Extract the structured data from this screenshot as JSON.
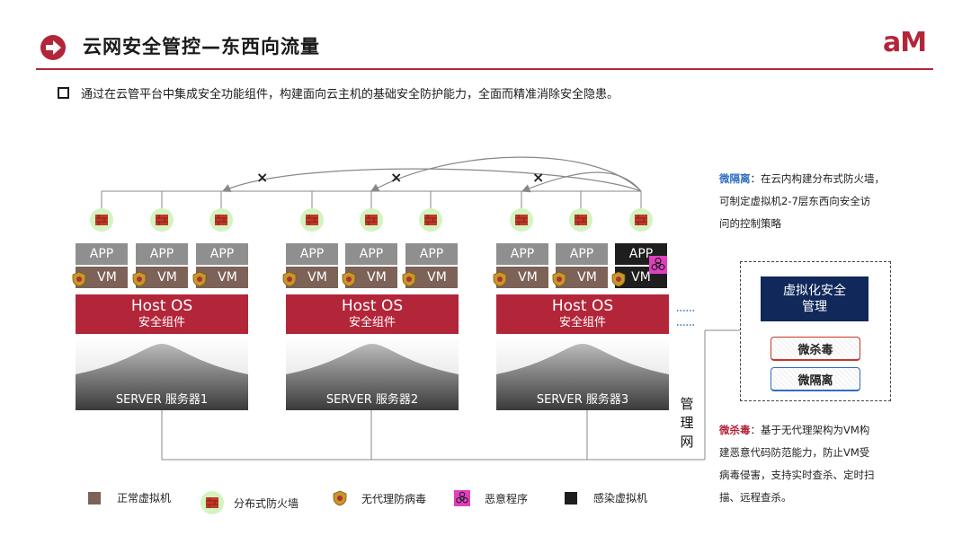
{
  "header": {
    "title": "云网安全管控—东西向流量",
    "logo": "aM"
  },
  "intro": "通过在云管平台中集成安全功能组件，构建面向云主机的基础安全防护能力，全面而精准消除安全隐患。",
  "servers": [
    {
      "apps": [
        "APP",
        "APP",
        "APP"
      ],
      "vms": [
        "VM",
        "VM",
        "VM"
      ],
      "host_line1": "Host OS",
      "host_line2": "安全组件",
      "server_label": "SERVER  服务器1"
    },
    {
      "apps": [
        "APP",
        "APP",
        "APP"
      ],
      "vms": [
        "VM",
        "VM",
        "VM"
      ],
      "host_line1": "Host OS",
      "host_line2": "安全组件",
      "server_label": "SERVER  服务器2"
    },
    {
      "apps": [
        "APP",
        "APP",
        "APP"
      ],
      "vms": [
        "VM",
        "VM",
        "VM"
      ],
      "host_line1": "Host OS",
      "host_line2": "安全组件",
      "server_label": "SERVER  服务器3"
    }
  ],
  "blocked_mark": "×",
  "management": {
    "title_line1": "虚拟化安全",
    "title_line2": "管理",
    "antivirus": "微杀毒",
    "microseg": "微隔离",
    "network_chars": [
      "管",
      "理",
      "网"
    ]
  },
  "notes": {
    "microseg_title": "微隔离",
    "microseg_body_1": "：在云内构建分布式防火墙，",
    "microseg_body_2": "可制定虚拟机2-7层东西向安全访",
    "microseg_body_3": "问的控制策略",
    "antivirus_title": "微杀毒",
    "antivirus_body_1": "：基于无代理架构为VM构",
    "antivirus_body_2": "建恶意代码防范能力，防止VM受",
    "antivirus_body_3": "病毒侵害，支持实时查杀、定时扫",
    "antivirus_body_4": "描、远程查杀。"
  },
  "legend": {
    "normal_vm": "正常虚拟机",
    "firewall": "分布式防火墙",
    "agentless": "无代理防病毒",
    "malware": "恶意程序",
    "infected_vm": "感染虚拟机"
  },
  "colors": {
    "brand": "#b3263a",
    "vm": "#7d6257",
    "app": "#8f8f8f",
    "infected": "#1e1e1e",
    "malware": "#e040c0",
    "mgmt_title_bg": "#10285a",
    "microseg_accent": "#2e6fc0",
    "antivirus_accent": "#c0392b"
  },
  "icons": [
    "arrow-right-circle-icon",
    "firewall-icon",
    "shield-icon",
    "biohazard-icon"
  ]
}
